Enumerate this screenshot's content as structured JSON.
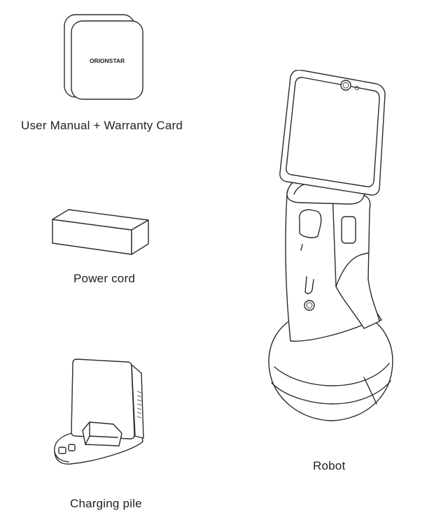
{
  "items": {
    "manual": {
      "label": "User Manual + Warranty Card",
      "brand_text": "ORIONSTAR"
    },
    "power_cord": {
      "label": "Power cord"
    },
    "charging_pile": {
      "label": "Charging pile"
    },
    "robot": {
      "label": "Robot"
    }
  },
  "colors": {
    "line": "#2b2b2b",
    "background": "#ffffff"
  }
}
